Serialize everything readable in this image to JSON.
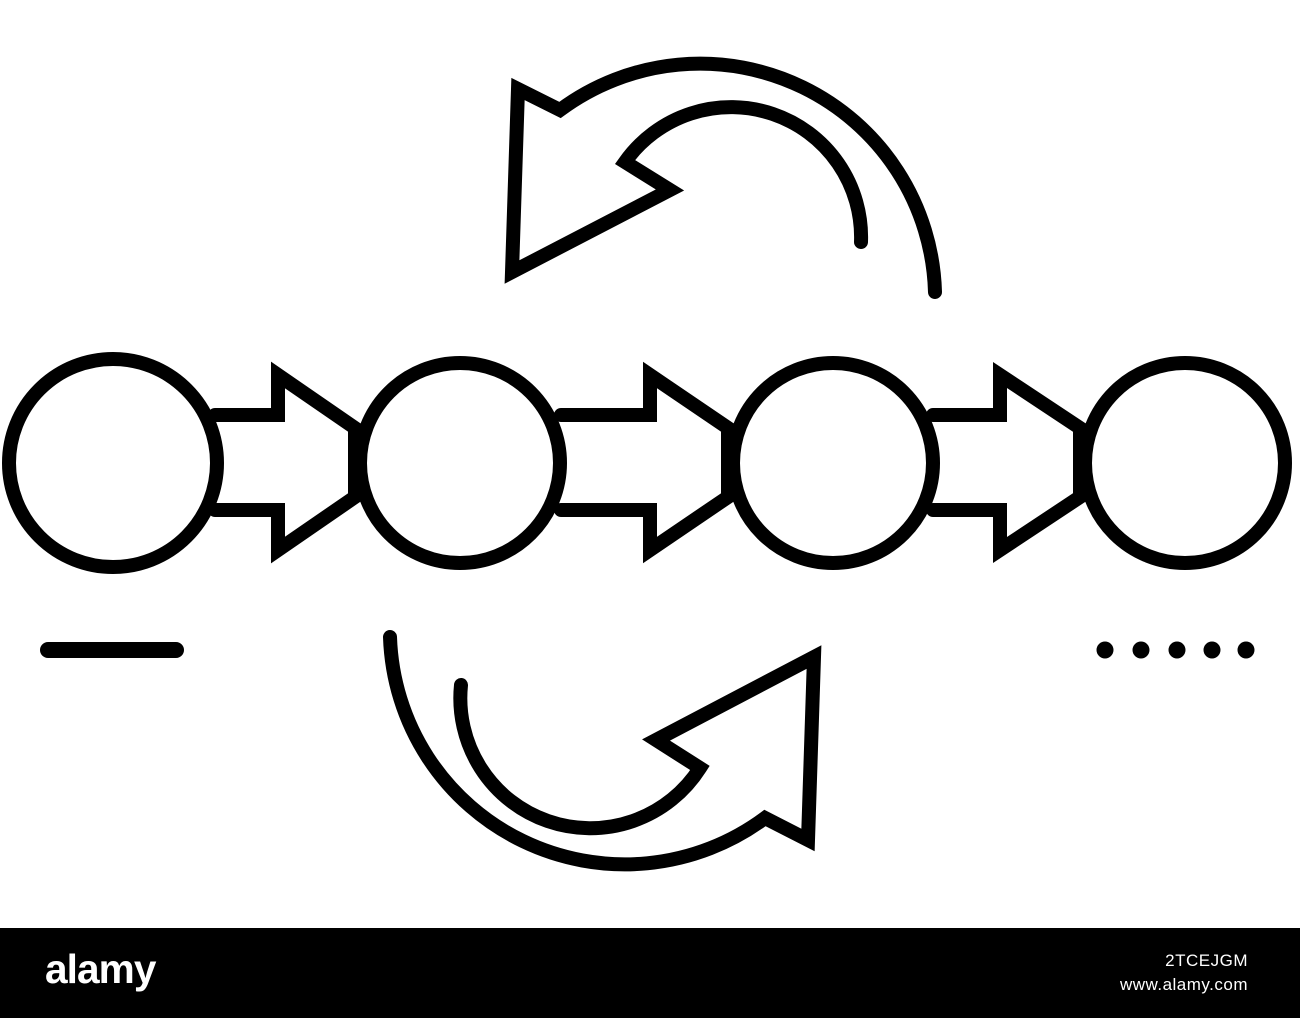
{
  "illustration": {
    "subject": "linear process with recurring cycle arrows",
    "stroke_color": "#000000",
    "background_color": "#ffffff",
    "node_count": 4,
    "connector_count": 3,
    "cycle_arrow_count": 2,
    "dot_count": 5,
    "icons": [
      "cycle-arrow-icon",
      "process-node-icon",
      "forward-arrow-icon",
      "dash-icon",
      "ellipsis-icon"
    ]
  },
  "watermark": {
    "brand": "alamy",
    "image_code": "2TCEJGM",
    "url": "www.alamy.com",
    "bar_color": "#000000",
    "text_color": "#ffffff"
  }
}
